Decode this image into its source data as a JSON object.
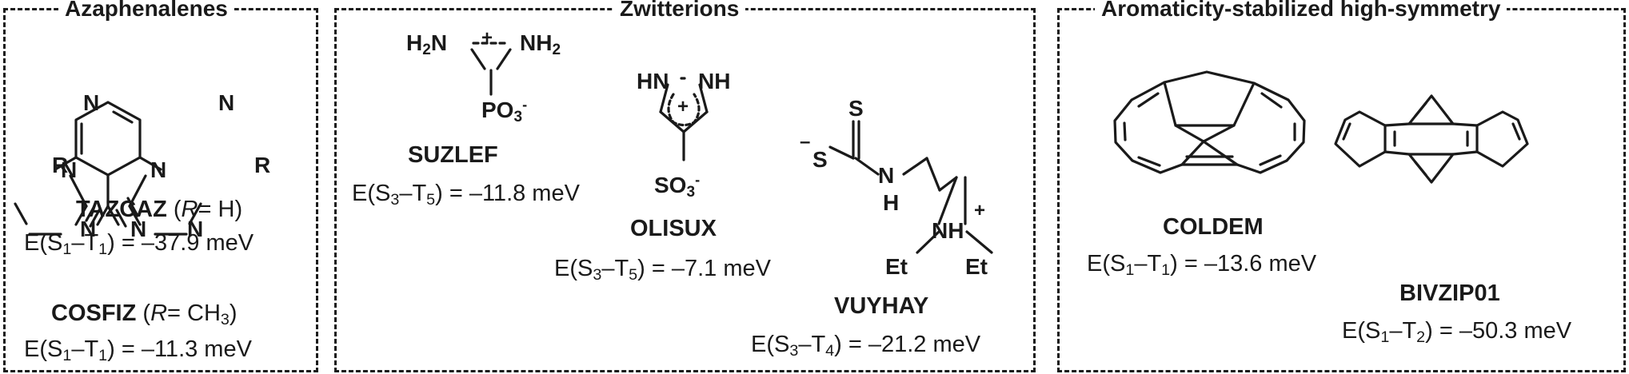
{
  "panels": [
    {
      "title": "Azaphenalenes"
    },
    {
      "title": "Zwitterions"
    },
    {
      "title": "Aromaticity-stabilized high-symmetry"
    }
  ],
  "compounds": {
    "tazcaz": {
      "name": "TAZCAZ",
      "r_prefix": "R",
      "r_value": "= H",
      "e_prefix": "E(S",
      "e_s": "1",
      "e_dash": "–T",
      "e_t": "1",
      "e_value": ") = –37.9 meV"
    },
    "cosfiz": {
      "name": "COSFIZ",
      "r_prefix": "R",
      "r_value": "= CH",
      "r_sub": "3",
      "e_prefix": "E(S",
      "e_s": "1",
      "e_dash": "–T",
      "e_t": "1",
      "e_value": ") = –11.3 meV"
    },
    "suzlef": {
      "name": "SUZLEF",
      "e_prefix": "E(S",
      "e_s": "3",
      "e_dash": "–T",
      "e_t": "5",
      "e_value": ") = –11.8 meV"
    },
    "olisux": {
      "name": "OLISUX",
      "e_prefix": "E(S",
      "e_s": "3",
      "e_dash": "–T",
      "e_t": "5",
      "e_value": ") = –7.1 meV"
    },
    "vuyhay": {
      "name": "VUYHAY",
      "e_prefix": "E(S",
      "e_s": "3",
      "e_dash": "–T",
      "e_t": "4",
      "e_value": ") = –21.2 meV"
    },
    "coldem": {
      "name": "COLDEM",
      "e_prefix": "E(S",
      "e_s": "1",
      "e_dash": "–T",
      "e_t": "1",
      "e_value": ") = –13.6 meV"
    },
    "bivzip": {
      "name": "BIVZIP01",
      "e_prefix": "E(S",
      "e_s": "1",
      "e_dash": "–T",
      "e_t": "2",
      "e_value": ") = –50.3 meV"
    }
  },
  "atoms": {
    "N": "N",
    "R": "R",
    "H": "H",
    "S": "S",
    "Et": "Et",
    "H2N": "H",
    "N2": "N",
    "NH2": "NH",
    "sub2": "2",
    "PO": "PO",
    "sub3": "3",
    "minus": "-",
    "plus": "+",
    "HN": "HN",
    "NH": "NH",
    "SO": "SO",
    "minus_sign": "–"
  }
}
